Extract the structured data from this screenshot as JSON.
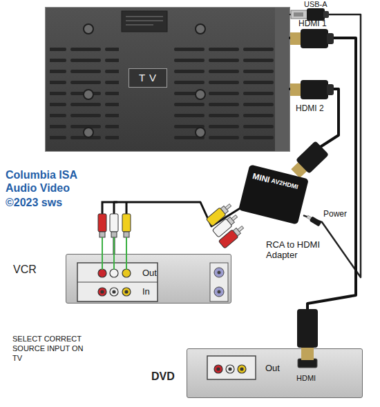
{
  "diagram": {
    "title": "Columbia ISA Audio Video",
    "nodes": [
      {
        "text": [
          "T V"
        ]
      },
      {
        "text": [
          "MINI",
          "AV2HDMI",
          "RCA to HDMI Adapter"
        ]
      },
      {
        "text": [
          "VCR",
          "Out",
          "In"
        ]
      },
      {
        "text": [
          "DVD",
          "Out",
          "HDMI"
        ]
      }
    ],
    "edges": [
      {
        "from": 2,
        "to": 1,
        "arrow": "none"
      },
      {
        "from": 1,
        "to": 0,
        "arrow": "none"
      },
      {
        "from": 1,
        "to": 0,
        "arrow": "none"
      },
      {
        "from": 3,
        "to": 0,
        "arrow": "none"
      }
    ],
    "labels": [
      "USB-A",
      "HDMI 1",
      "HDMI 2",
      "Power",
      "©2023 sws",
      "SELECT CORRECT SOURCE INPUT ON TV"
    ]
  }
}
